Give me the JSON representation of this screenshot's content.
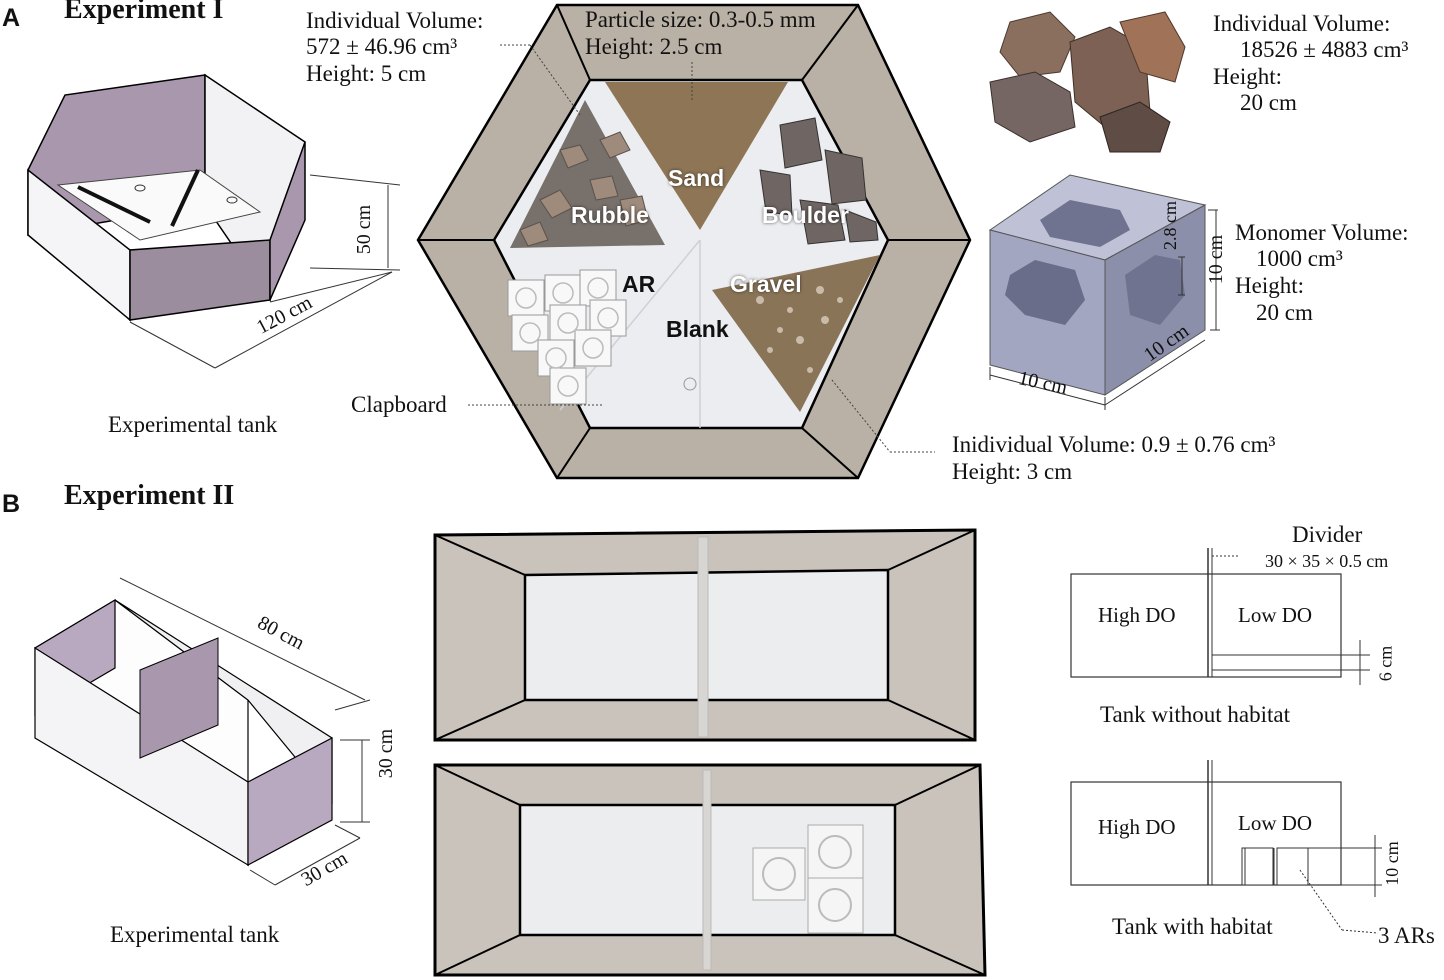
{
  "panel_a": {
    "letter": "A",
    "title": "Experiment I",
    "tank_caption": "Experimental tank",
    "dim_height": "50 cm",
    "dim_width": "120 cm",
    "zones": {
      "sand": "Sand",
      "rubble": "Rubble",
      "boulder": "Boulder",
      "ar": "AR",
      "gravel": "Gravel",
      "blank": "Blank"
    },
    "clapboard": "Clapboard",
    "rubble_info": {
      "line1": "Individual Volume:",
      "line2": "572 ± 46.96 cm³",
      "line3": "Height: 5 cm"
    },
    "sand_info": {
      "line1": "Particle size: 0.3-0.5 mm",
      "line2": "Height: 2.5 cm"
    },
    "boulder_info": {
      "line1": "Individual Volume:",
      "line2": "18526 ± 4883 cm³",
      "line3": "Height:",
      "line4": "20 cm"
    },
    "ar_info": {
      "line1": "Monomer Volume:",
      "line2": "1000 cm³",
      "line3": "Height:",
      "line4": "20 cm"
    },
    "ar_dims": {
      "hole": "2.8 cm",
      "height": "10 cm",
      "depth": "10 cm",
      "width": "10 cm"
    },
    "gravel_info": {
      "line1": "Inidividual Volume: 0.9 ± 0.76 cm³",
      "line2": "Height: 3 cm"
    }
  },
  "panel_b": {
    "letter": "B",
    "title": "Experiment II",
    "tank_caption": "Experimental tank",
    "dim_length": "80 cm",
    "dim_height": "30 cm",
    "dim_width": "30 cm",
    "divider": {
      "label": "Divider",
      "size": "30 × 35 × 0.5 cm"
    },
    "no_habitat": {
      "high": "High DO",
      "low": "Low DO",
      "gap": "6 cm",
      "caption": "Tank without habitat"
    },
    "with_habitat": {
      "high": "High DO",
      "low": "Low DO",
      "ar_height": "10 cm",
      "caption": "Tank with habitat",
      "ars": "3 ARs"
    }
  },
  "colors": {
    "wall_purple": "#a998ad",
    "sand": "#8d7556",
    "tank_floor": "#eaebee"
  }
}
